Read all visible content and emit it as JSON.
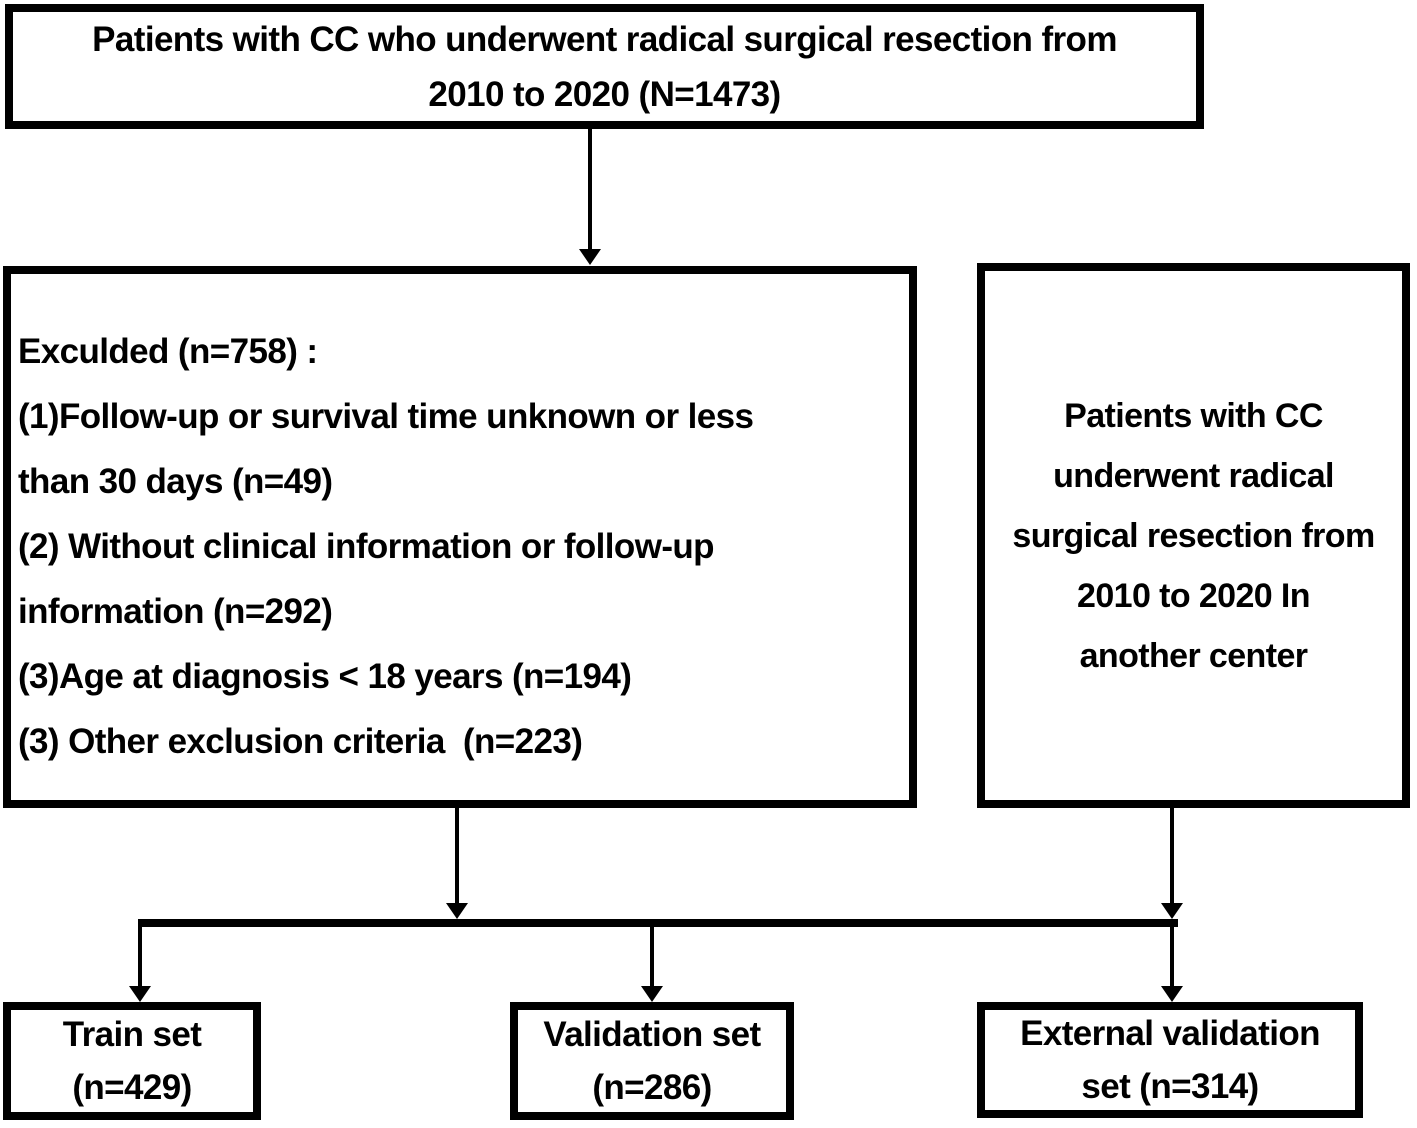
{
  "figure": {
    "type": "flowchart",
    "background": "#ffffff",
    "line_color": "#000000",
    "text_color": "#000000"
  },
  "boxes": {
    "top": {
      "lines": [
        "Patients with CC who underwent radical surgical resection from",
        "2010 to 2020 (N=1473)"
      ]
    },
    "excluded": {
      "lines": [
        "Exculded (n=758) :",
        "(1)Follow-up or survival time unknown or less",
        "than 30 days (n=49)",
        "(2) Without clinical information or follow-up",
        "information (n=292)",
        "(3)Age at diagnosis < 18 years (n=194)",
        "(3) Other exclusion criteria  (n=223)"
      ]
    },
    "external_center": {
      "lines": [
        "Patients with CC",
        "underwent radical",
        "surgical resection from",
        "2010 to 2020 In",
        "another center"
      ]
    },
    "train": {
      "lines": [
        "Train set",
        "(n=429)"
      ]
    },
    "validation": {
      "lines": [
        "Validation set",
        "(n=286)"
      ]
    },
    "external_validation": {
      "lines": [
        "External validation",
        "set (n=314)"
      ]
    }
  }
}
